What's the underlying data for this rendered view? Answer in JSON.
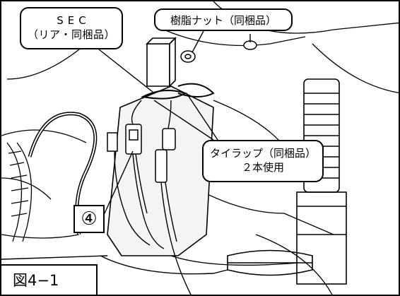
{
  "callouts": {
    "sec": {
      "line1": "SEC",
      "line2": "（リア・同梱品）"
    },
    "nut": {
      "label": "樹脂ナット（同梱品）"
    },
    "tie": {
      "line1": "タイラップ（同梱品）",
      "line2": "２本使用"
    }
  },
  "marker": {
    "number": "④"
  },
  "figure": {
    "label": "図4−1"
  }
}
